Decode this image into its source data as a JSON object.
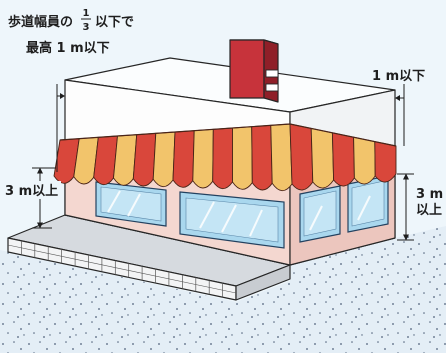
{
  "annotations": {
    "projection_prefix": "歩道幅員の",
    "projection_fraction_numerator": "1",
    "projection_fraction_denominator": "3",
    "projection_suffix": "以下で",
    "projection_max": "最高 1 m以下",
    "sign_limit": "1 m以下",
    "left_clearance": "3 m以上",
    "right_clearance_value": "3 m",
    "right_clearance_suffix": "以上"
  },
  "colors": {
    "background": "#eef6fb",
    "awning_red": "#d9473b",
    "awning_yellow": "#f2c46b",
    "wall_lower": "#f4d7d0",
    "wall_lower_side": "#ecc6be",
    "window_glass": "#a9d7ee",
    "window_glass_inner": "#c4e5f5",
    "sign_red": "#c7333b",
    "sign_side": "#8f1f28",
    "sidewalk": "#d6dadf",
    "ground_dots": "#51627a"
  }
}
